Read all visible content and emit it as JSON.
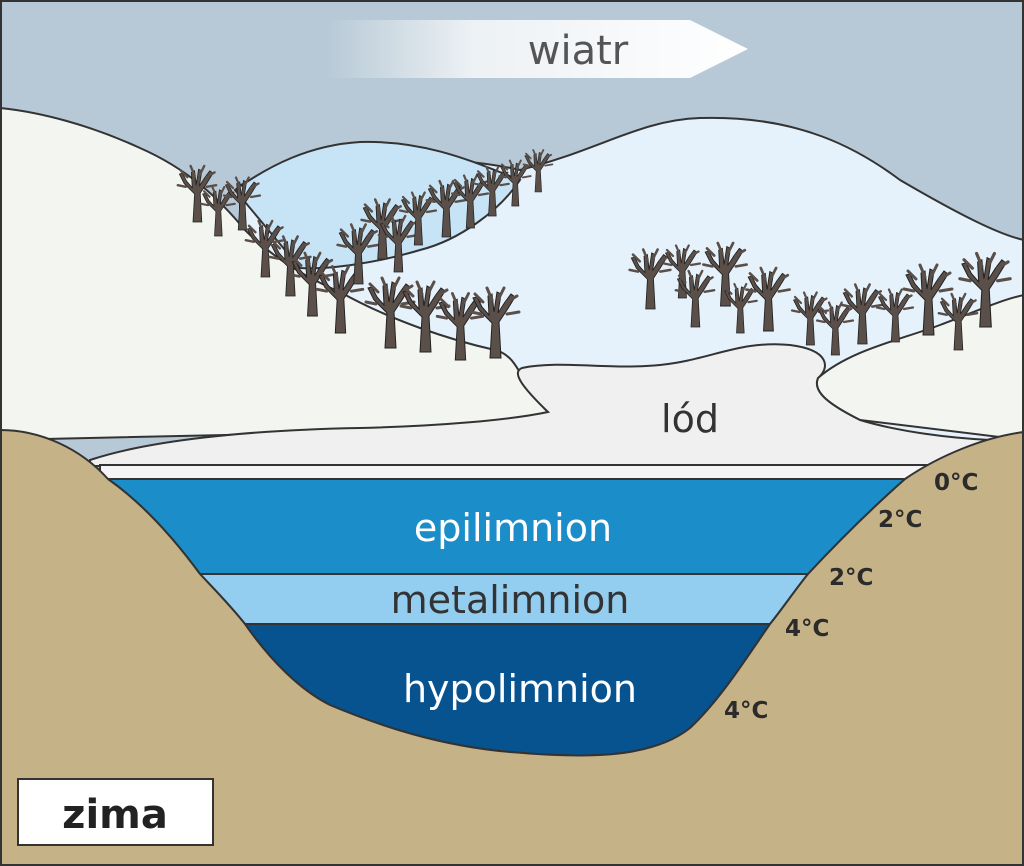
{
  "diagram": {
    "wind_label": "wiatr",
    "ice_label": "lód",
    "layers": {
      "epilimnion": "epilimnion",
      "metalimnion": "metalimnion",
      "hypolimnion": "hypolimnion"
    },
    "temperatures": [
      "0°C",
      "2°C",
      "2°C",
      "4°C",
      "4°C"
    ],
    "season_label": "zima"
  },
  "colors": {
    "sky": "#b7c9d6",
    "hill_white": "#f3f5f1",
    "hill_blue_light": "#c6e4f6",
    "hill_blue_pale": "#e6f2fb",
    "ice": "#f0f0f0",
    "epilimnion": "#1b8ec9",
    "metalimnion": "#93cdef",
    "hypolimnion": "#06538f",
    "ground": "#c5b287",
    "tree": "#5b4f49",
    "outline": "#333333"
  }
}
